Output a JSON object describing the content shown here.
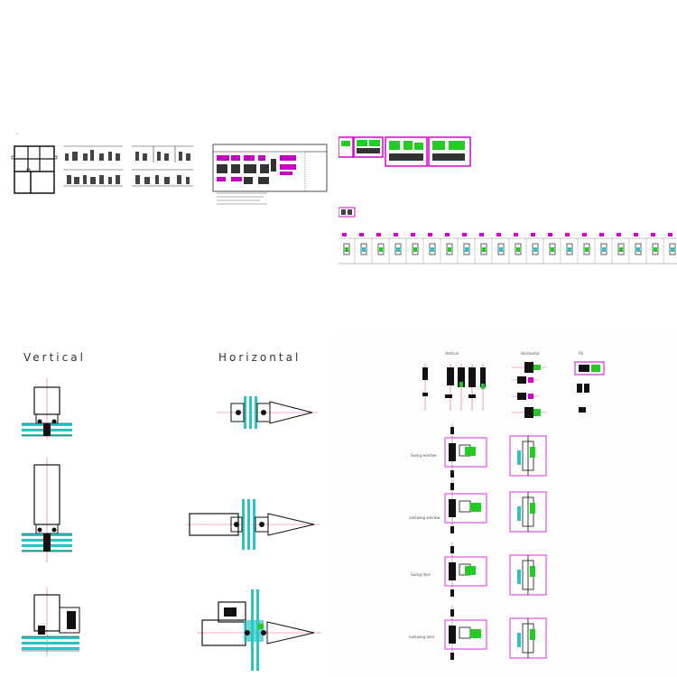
{
  "quadrant_bottom_left": {
    "vertical_heading": "Vertical",
    "horizontal_heading": "Horizontal"
  },
  "quadrant_bottom_right": {
    "col_vertical": "Vertical",
    "col_horizontal": "Horizontal",
    "col_fill": "Fill",
    "row_labels": [
      "Swing window",
      "outswing window",
      "Swing door",
      "outswing door"
    ]
  },
  "colors": {
    "line": "#222222",
    "accent_cyan": "#29c4c4",
    "accent_magenta": "#d400d4",
    "accent_green": "#22cc22",
    "axis_pink": "#e05aa8"
  }
}
